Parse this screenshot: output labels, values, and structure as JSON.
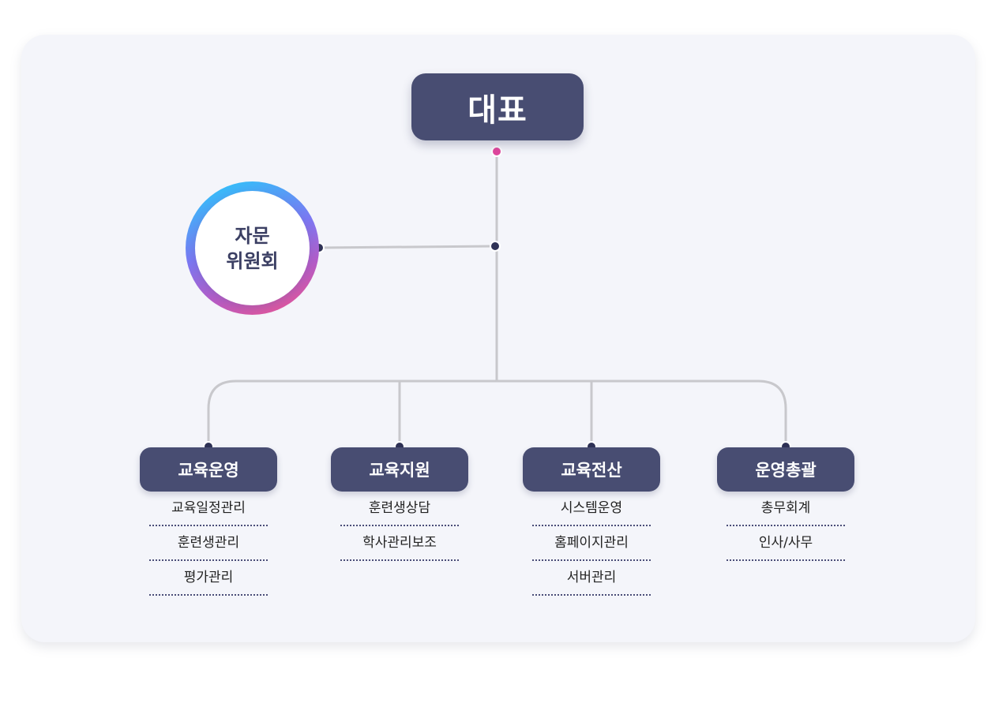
{
  "ceo": {
    "label": "대표"
  },
  "advisory": {
    "line1": "자문",
    "line2": "위원회"
  },
  "departments": [
    {
      "name": "교육운영",
      "items": [
        "교육일정관리",
        "훈련생관리",
        "평가관리"
      ]
    },
    {
      "name": "교육지원",
      "items": [
        "훈련생상담",
        "학사관리보조"
      ]
    },
    {
      "name": "교육전산",
      "items": [
        "시스템운영",
        "홈페이지관리",
        "서버관리"
      ]
    },
    {
      "name": "운영총괄",
      "items": [
        "총무회계",
        "인사/사무"
      ]
    }
  ],
  "colors": {
    "box": "#484d72",
    "panel": "#f4f5fa",
    "connector": "#c8c8cc",
    "dot": "#2f3256",
    "accent_dot": "#e0479d"
  }
}
